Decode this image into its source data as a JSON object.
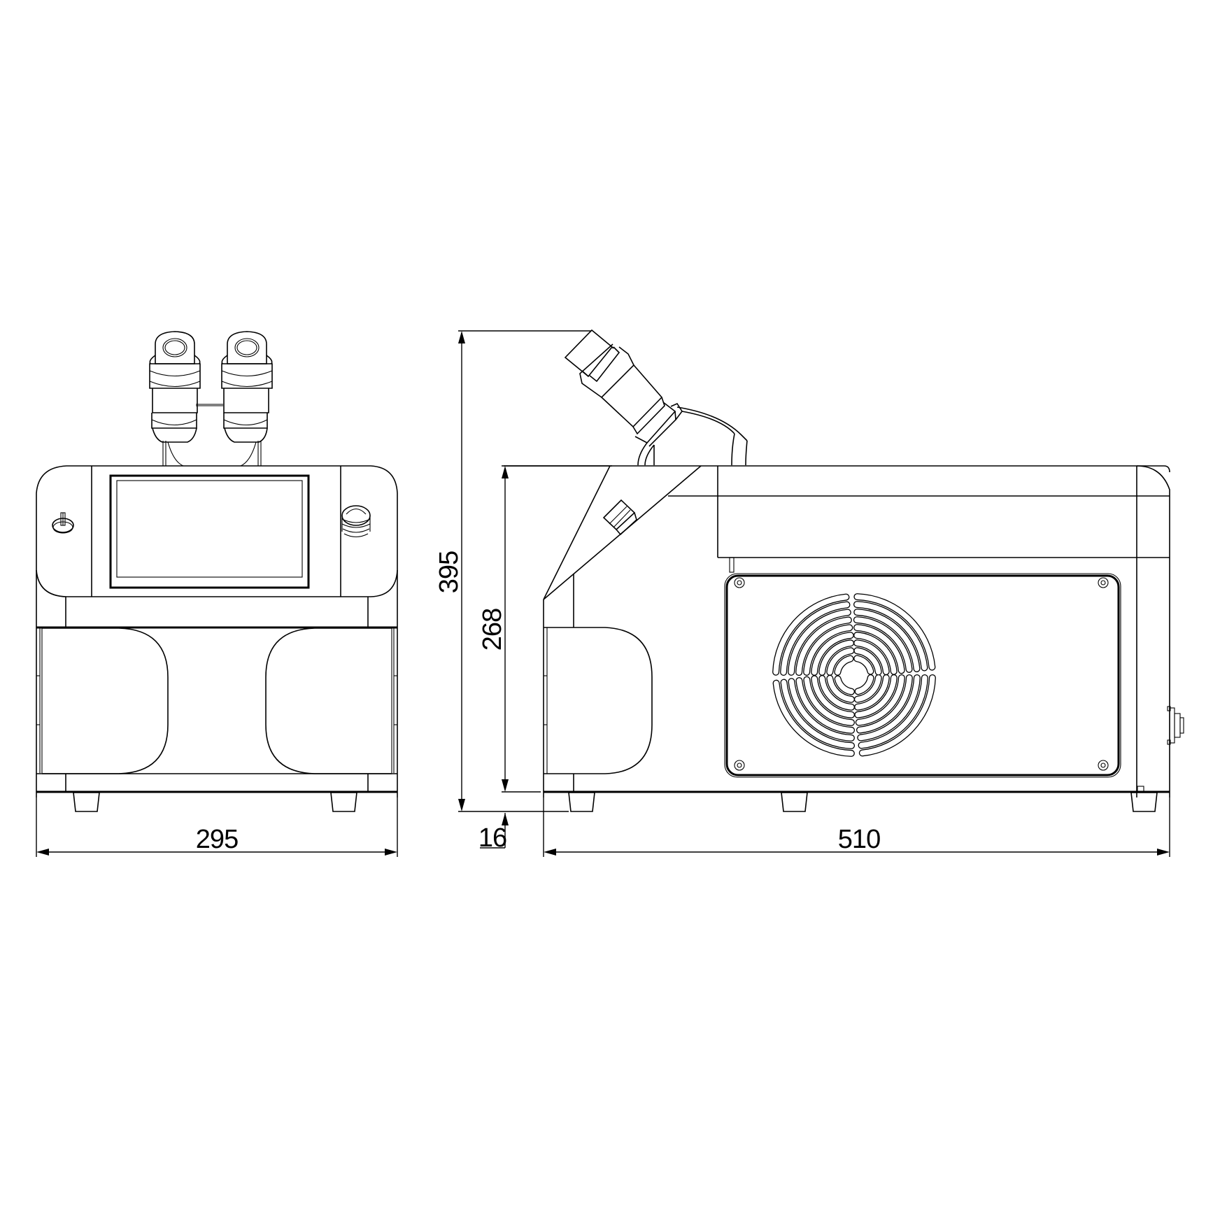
{
  "drawing": {
    "type": "technical-dimension-drawing",
    "units": "mm",
    "views": [
      {
        "name": "front-view",
        "description": "Front view with binocular eyepieces, touch screen, knob and power switch"
      },
      {
        "name": "side-view",
        "description": "Side view with angled eyepiece, fan grille panel and rear connector"
      }
    ]
  },
  "dimensions": {
    "front_width": "295",
    "side_length": "510",
    "total_height": "395",
    "body_height": "268",
    "foot_height": "16"
  },
  "colors": {
    "line": "#000000",
    "background": "#ffffff"
  }
}
